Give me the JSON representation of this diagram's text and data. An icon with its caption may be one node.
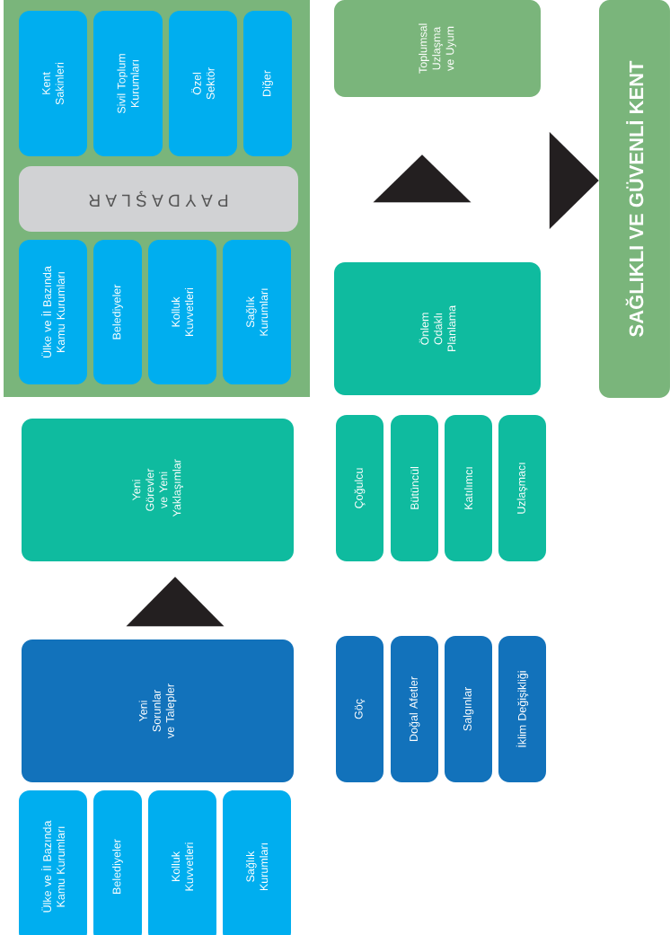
{
  "diagram": {
    "nodes": [
      {
        "text": [],
        "shape": "box"
      },
      {
        "text": [
          "Kent Sakinleri"
        ],
        "in": 0
      },
      {
        "text": [
          "Sivil Toplum Kurumları"
        ],
        "in": 0
      },
      {
        "text": [
          "Özel Sektör"
        ],
        "in": 0
      },
      {
        "text": [
          "Diğer"
        ],
        "in": 0
      },
      {
        "text": [
          "P A Y D A Ş L A R"
        ],
        "in": 0
      },
      {
        "text": [
          "Ülke ve İl Bazında Kamu Kurumları"
        ],
        "in": 0
      },
      {
        "text": [
          "Belediyeler"
        ],
        "in": 0
      },
      {
        "text": [
          "Kolluk Kuvvetleri"
        ],
        "in": 0
      },
      {
        "text": [
          "Sağlık Kurumları"
        ],
        "in": 0
      },
      {
        "text": [
          "Toplumsal Uzlaşma ve Uyum"
        ]
      },
      {
        "text": [
          "Önlem Odaklı Planlama"
        ]
      },
      {
        "text": [
          "SAĞLIKLI VE GÜVENLİ KENT"
        ]
      },
      {
        "text": [
          "Yeni Görevler ve Yeni Yaklaşımlar"
        ]
      },
      {
        "text": [
          "Çoğulcu"
        ]
      },
      {
        "text": [
          "Bütüncül"
        ]
      },
      {
        "text": [
          "Katılımcı"
        ]
      },
      {
        "text": [
          "Uzlaşmacı"
        ]
      },
      {
        "text": [
          "Yeni Sorunlar ve Talepler"
        ]
      },
      {
        "text": [
          "Göç"
        ]
      },
      {
        "text": [
          "Doğal Afetler"
        ]
      },
      {
        "text": [
          "Salgınlar"
        ]
      },
      {
        "text": [
          "İklim Değişikliği"
        ]
      },
      {
        "text": [
          "Ülke ve İl Bazında Kamu Kurumları"
        ]
      },
      {
        "text": [
          "Belediyeler"
        ]
      },
      {
        "text": [
          "Kolluk Kuvvetleri"
        ]
      },
      {
        "text": [
          "Sağlık Kurumları"
        ]
      }
    ],
    "edges": [
      {
        "from": 18,
        "to": 13,
        "arrow": "to"
      },
      {
        "from": 11,
        "to": 10,
        "arrow": "to"
      },
      {
        "from": null,
        "to": 12,
        "arrow": "to"
      }
    ]
  }
}
